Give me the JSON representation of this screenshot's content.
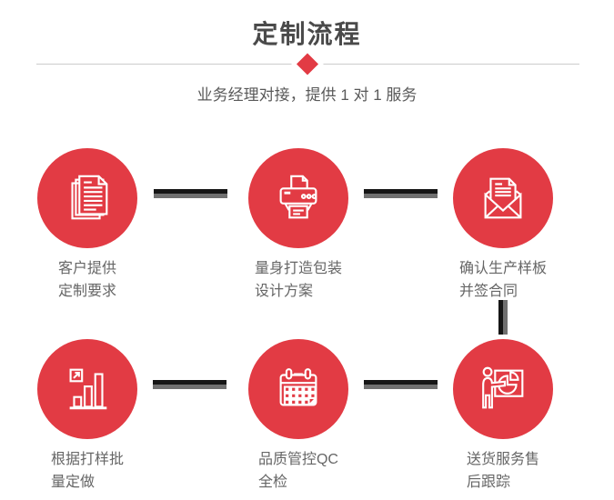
{
  "header": {
    "title": "定制流程",
    "subtitle": "业务经理对接，提供 1 对 1 服务"
  },
  "colors": {
    "accent_red": "#e23b44",
    "title_gray": "#4a4a4a",
    "text_gray": "#666666",
    "subtitle_gray": "#595959",
    "connector_black": "#161616",
    "connector_gray": "#707070",
    "divider_gray": "#cccccc"
  },
  "steps": [
    {
      "name": "step-1",
      "icon": "documents-icon",
      "lines": [
        "客户提供",
        "定制要求"
      ]
    },
    {
      "name": "step-2",
      "icon": "printer-icon",
      "lines": [
        "量身打造包装",
        "设计方案"
      ]
    },
    {
      "name": "step-3",
      "icon": "envelope-icon",
      "lines": [
        "确认生产样板",
        "并签合同"
      ]
    },
    {
      "name": "step-4",
      "icon": "bar-chart-icon",
      "lines": [
        "根据打样批",
        "量定做"
      ]
    },
    {
      "name": "step-5",
      "icon": "calendar-icon",
      "lines": [
        "品质管控QC",
        "全检"
      ]
    },
    {
      "name": "step-6",
      "icon": "presenter-icon",
      "lines": [
        "送货服务售",
        "后跟踪"
      ]
    }
  ]
}
